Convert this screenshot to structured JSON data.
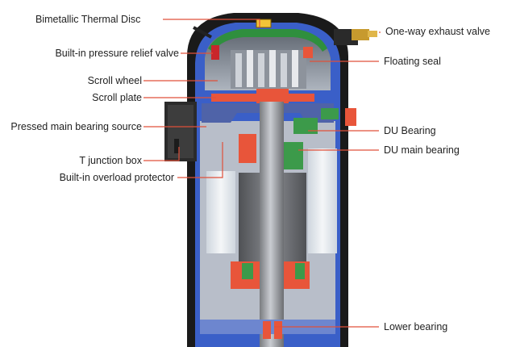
{
  "labels": {
    "bimetallic_thermal_disc": "Bimetallic Thermal Disc",
    "pressure_relief_valve": "Built-in pressure relief valve",
    "scroll_wheel": "Scroll wheel",
    "scroll_plate": "Scroll plate",
    "pressed_main_bearing_source": "Pressed main bearing source",
    "t_junction_box": "T junction box",
    "overload_protector": "Built-in overload protector",
    "one_way_exhaust_valve": "One-way exhaust valve",
    "floating_seal": "Floating seal",
    "du_bearing": "DU Bearing",
    "du_main_bearing": "DU main bearing",
    "lower_bearing": "Lower bearing"
  },
  "colors": {
    "leader_line": "#e0503a",
    "shell": "#1a1a1a",
    "cavity_blue": "#3a5fc8",
    "interior_grey": "#b8bec9",
    "stator_light": "#dfe4ea",
    "rotor_grey": "#6d6f74",
    "scroll_orange": "#e8553a",
    "bearing_green": "#3c9a4a",
    "lid_green": "#2f8f3e",
    "brass": "#c79a2e"
  }
}
